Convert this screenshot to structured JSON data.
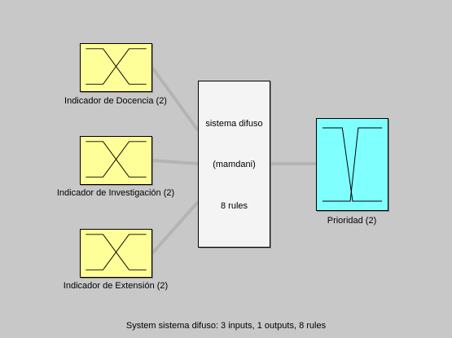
{
  "inputs": [
    {
      "name": "Indicador de Docencia (2)",
      "icon": "mf-triangle-pair-icon"
    },
    {
      "name": "Indicador de Investigación (2)",
      "icon": "mf-triangle-pair-icon"
    },
    {
      "name": "Indicador de Extensión (2)",
      "icon": "mf-triangle-pair-icon"
    }
  ],
  "system": {
    "name": "sistema difuso",
    "type": "(mamdani)",
    "rules": "8 rules"
  },
  "output": {
    "name": "Prioridad (2)",
    "icon": "mf-trapezoid-pair-icon"
  },
  "status": "System sistema difuso: 3 inputs, 1 outputs, 8 rules",
  "colors": {
    "background": "#c8c8c8",
    "input_fill": "#ffff99",
    "output_fill": "#80ffff",
    "system_fill": "#f4f4f4",
    "wire": "#b4b4b4"
  }
}
